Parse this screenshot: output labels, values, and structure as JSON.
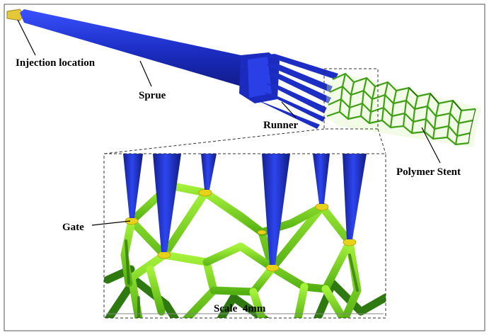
{
  "labels": {
    "injection": "Injection location",
    "sprue": "Sprue",
    "runner": "Runner",
    "stent": "Polymer Stent",
    "gate": "Gate",
    "scale": "Scale  4mm"
  },
  "colors": {
    "sprue": "#1d2fc8",
    "stent": "#7de016",
    "stent_dark": "#2f7a10",
    "gate": "#e6d21a",
    "nozzle": "#e3c83a"
  }
}
